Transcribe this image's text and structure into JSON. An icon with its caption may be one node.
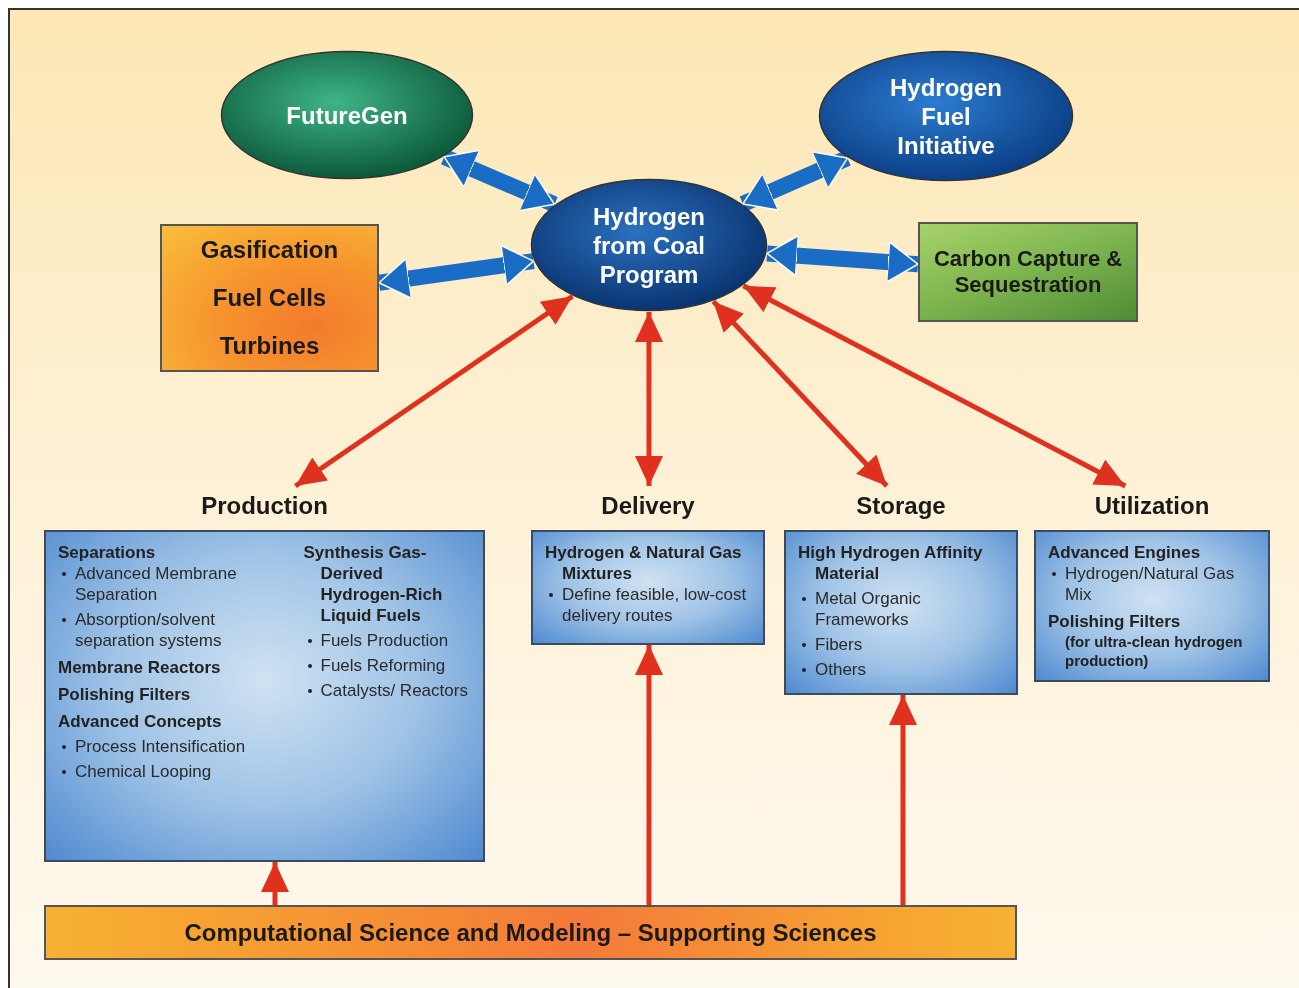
{
  "diagram": {
    "nodes": [
      {
        "text": [
          "FutureGen"
        ]
      },
      {
        "text": [
          "Hydrogen Fuel Initiative"
        ]
      },
      {
        "text": [
          "Hydrogen from Coal Program"
        ]
      },
      {
        "text": [
          "Gasification",
          "Fuel Cells",
          "Turbines"
        ]
      },
      {
        "text": [
          "Carbon Capture & Sequestration"
        ]
      },
      {
        "text": [
          "Production",
          "Separations",
          "Advanced Membrane Separation",
          "Absorption/solvent separation systems",
          "Membrane Reactors",
          "Polishing Filters",
          "Advanced Concepts",
          "Process Intensification",
          "Chemical Looping",
          "Synthesis Gas-Derived Hydrogen-Rich Liquid Fuels",
          "Fuels Production",
          "Fuels Reforming",
          "Catalysts/ Reactors"
        ]
      },
      {
        "text": [
          "Delivery",
          "Hydrogen & Natural Gas Mixtures",
          "Define feasible, low-cost delivery routes"
        ]
      },
      {
        "text": [
          "Storage",
          "High Hydrogen Affinity Material",
          "Metal Organic Frameworks",
          "Fibers",
          "Others"
        ]
      },
      {
        "text": [
          "Utilization",
          "Advanced Engines",
          "Hydrogen/Natural Gas Mix",
          "Polishing Filters",
          "(for ultra-clean hydrogen production)"
        ]
      },
      {
        "text": [
          "Computational Science and Modeling – Supporting Sciences"
        ]
      }
    ],
    "edges": [
      {
        "from": 0,
        "to": 2,
        "arrow": "both",
        "style": "thick",
        "color": "#1a6cc4"
      },
      {
        "from": 1,
        "to": 2,
        "arrow": "both",
        "style": "thick",
        "color": "#1a6cc4"
      },
      {
        "from": 3,
        "to": 2,
        "arrow": "both",
        "style": "thick",
        "color": "#1a6cc4"
      },
      {
        "from": 2,
        "to": 4,
        "arrow": "both",
        "style": "thick",
        "color": "#1a6cc4"
      },
      {
        "from": 2,
        "to": 5,
        "arrow": "both"
      },
      {
        "from": 2,
        "to": 6,
        "arrow": "both"
      },
      {
        "from": 2,
        "to": 7,
        "arrow": "both"
      },
      {
        "from": 2,
        "to": 8,
        "arrow": "both"
      },
      {
        "from": 9,
        "to": 5,
        "arrow": "to"
      },
      {
        "from": 9,
        "to": 6,
        "arrow": "to"
      },
      {
        "from": 9,
        "to": 7,
        "arrow": "to"
      }
    ]
  }
}
